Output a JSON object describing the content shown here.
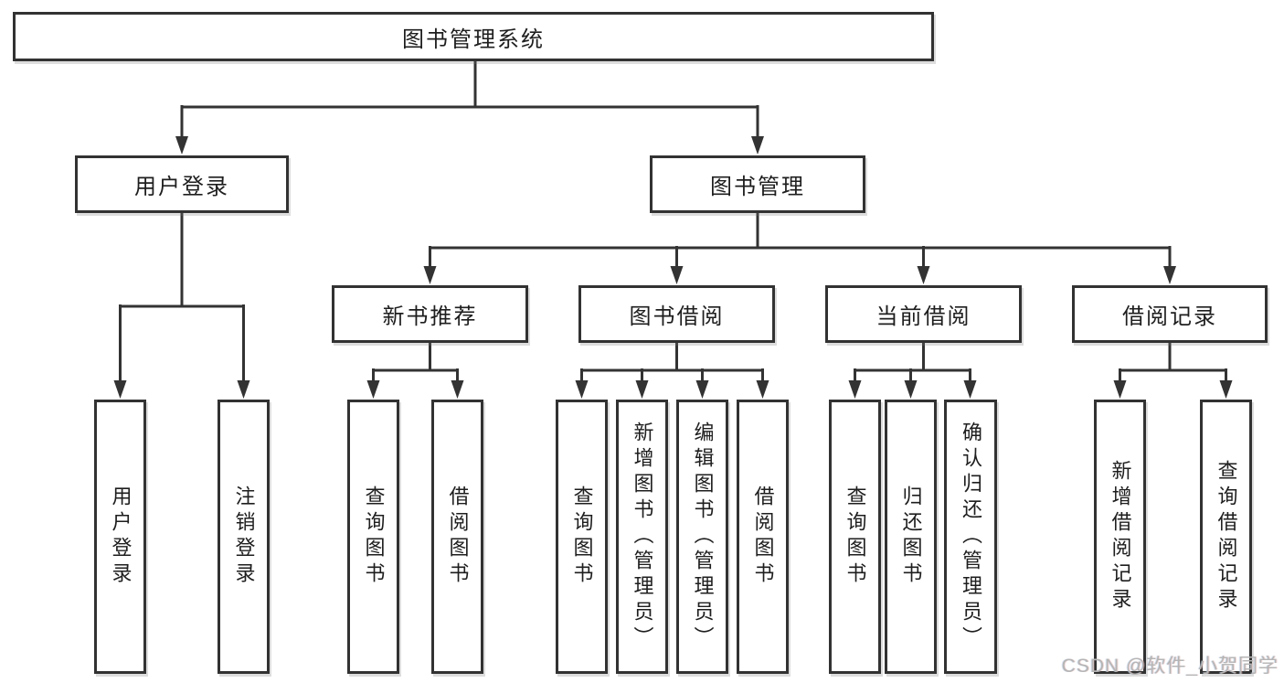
{
  "diagram": {
    "root": {
      "label": "图书管理系统"
    },
    "level2": [
      {
        "label": "用户登录"
      },
      {
        "label": "图书管理"
      }
    ],
    "level3": [
      {
        "label": "新书推荐"
      },
      {
        "label": "图书借阅"
      },
      {
        "label": "当前借阅"
      },
      {
        "label": "借阅记录"
      }
    ],
    "leaves": {
      "user_login": [
        "用户登录",
        "注销登录"
      ],
      "new_book": [
        "查询图书",
        "借阅图书"
      ],
      "book_borrow": [
        "查询图书",
        "新增图书（管理员）",
        "编辑图书（管理员）",
        "借阅图书"
      ],
      "current_borrow": [
        "查询图书",
        "归还图书",
        "确认归还（管理员）"
      ],
      "borrow_records": [
        "新增借阅记录",
        "查询借阅记录"
      ]
    },
    "watermark": "CSDN @软件_小贺同学",
    "colors": {
      "line": "#333333",
      "box_border": "#323232",
      "text": "#1e1e1e",
      "watermark": "#b5b5b5"
    }
  }
}
